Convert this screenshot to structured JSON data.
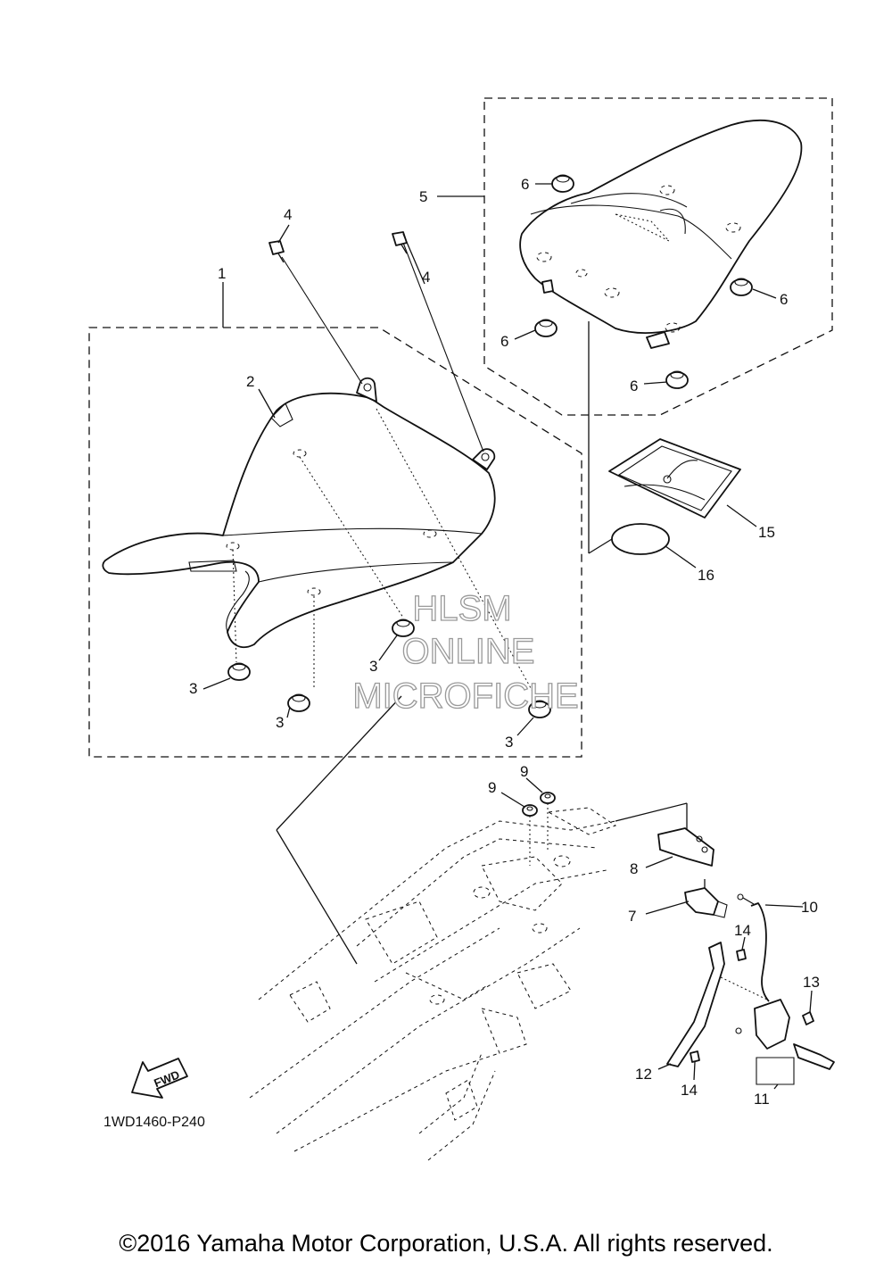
{
  "diagram": {
    "callouts": [
      {
        "id": "c1",
        "text": "1"
      },
      {
        "id": "c2",
        "text": "2"
      },
      {
        "id": "c3a",
        "text": "3"
      },
      {
        "id": "c3b",
        "text": "3"
      },
      {
        "id": "c3c",
        "text": "3"
      },
      {
        "id": "c3d",
        "text": "3"
      },
      {
        "id": "c4a",
        "text": "4"
      },
      {
        "id": "c4b",
        "text": "4"
      },
      {
        "id": "c5",
        "text": "5"
      },
      {
        "id": "c6a",
        "text": "6"
      },
      {
        "id": "c6b",
        "text": "6"
      },
      {
        "id": "c6c",
        "text": "6"
      },
      {
        "id": "c6d",
        "text": "6"
      },
      {
        "id": "c7",
        "text": "7"
      },
      {
        "id": "c8",
        "text": "8"
      },
      {
        "id": "c9a",
        "text": "9"
      },
      {
        "id": "c9b",
        "text": "9"
      },
      {
        "id": "c10",
        "text": "10"
      },
      {
        "id": "c11",
        "text": "11"
      },
      {
        "id": "c12",
        "text": "12"
      },
      {
        "id": "c13",
        "text": "13"
      },
      {
        "id": "c14a",
        "text": "14"
      },
      {
        "id": "c14b",
        "text": "14"
      },
      {
        "id": "c15",
        "text": "15"
      },
      {
        "id": "c16",
        "text": "16"
      }
    ],
    "fwd_label": "FWD",
    "diagram_code": "1WD1460-P240",
    "watermark": [
      "HLSM",
      "ONLINE",
      "MICROFICHE"
    ]
  },
  "copyright": "©2016 Yamaha Motor Corporation, U.S.A. All rights reserved."
}
